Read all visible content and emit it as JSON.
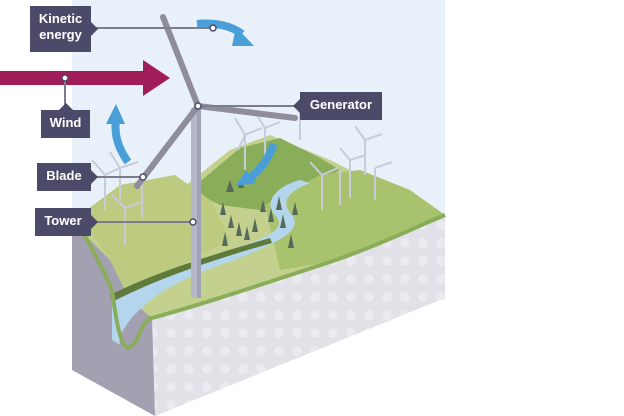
{
  "title": "Wind turbine diagram",
  "labels": {
    "kinetic_energy": "Kinetic energy",
    "wind": "Wind",
    "blade": "Blade",
    "tower": "Tower",
    "generator": "Generator"
  },
  "colors": {
    "sky": "#e8f1f9",
    "label_bg": "#4c4a69",
    "wind_arrow": "#a01d5a",
    "energy_arrow": "#4a9fd8",
    "turbine": "#8e8c9d",
    "tower": "#b4b8c8",
    "grass_light": "#c4d08e",
    "grass_mid": "#a9c26e",
    "grass_dark": "#8aad5a",
    "soil": "#e2e1e8",
    "soil_side": "#a3a1b1",
    "river": "#b4d6ec"
  }
}
